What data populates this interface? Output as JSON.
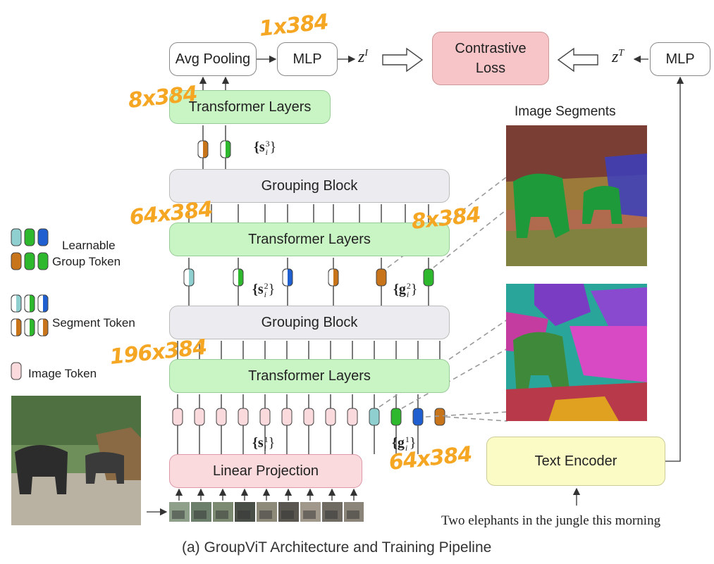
{
  "blocks": {
    "avg_pooling": "Avg Pooling",
    "mlp_image": "MLP",
    "mlp_text": "MLP",
    "contrastive_loss_line1": "Contrastive",
    "contrastive_loss_line2": "Loss",
    "transformer_layers_top": "Transformer Layers",
    "grouping_block_top": "Grouping Block",
    "transformer_layers_mid": "Transformer Layers",
    "grouping_block_bottom": "Grouping Block",
    "transformer_layers_bottom": "Transformer Layers",
    "linear_projection": "Linear Projection",
    "text_encoder": "Text Encoder"
  },
  "symbols": {
    "z_image": "z",
    "z_image_sup": "I",
    "z_text": "z",
    "z_text_sup": "T",
    "s3": "{s",
    "s3_sup": "3",
    "s3_sub": "i",
    "s2": "{s",
    "s2_sup": "2",
    "s2_sub": "i",
    "g2": "{g",
    "g2_sup": "2",
    "g2_sub": "i",
    "s1": "{s",
    "s1_sup": "1",
    "s1_sub": "i",
    "g1": "{g",
    "g1_sup": "1",
    "g1_sub": "i",
    "close": "}"
  },
  "legend": {
    "learnable_line1": "Learnable",
    "learnable_line2": "Group Token",
    "segment_token": "Segment Token",
    "image_token": "Image Token"
  },
  "image_segments_title": "Image Segments",
  "caption_text": "Two elephants in the jungle this morning",
  "figure_caption": "(a) GroupViT Architecture and Training Pipeline",
  "handwritten": {
    "top_mlp": "1x384",
    "top_transformer": "8x384",
    "mid_transformer": "64x384",
    "group_tokens_mid": "8x384",
    "bottom_transformer": "196x384",
    "group_tokens_bottom": "64x384"
  },
  "colors": {
    "transformer_fill": "#c9f5c4",
    "grouping_fill": "#ececf0",
    "projection_fill": "#fadadc",
    "loss_fill": "#f7c5c8",
    "text_encoder_fill": "#fbfbc6",
    "handwriting": "#f5a623",
    "token_teal": "#8fcfcf",
    "token_green": "#2db82d",
    "token_blue": "#1f5fd0",
    "token_orange": "#c8741a",
    "token_pink": "#fadadc"
  }
}
